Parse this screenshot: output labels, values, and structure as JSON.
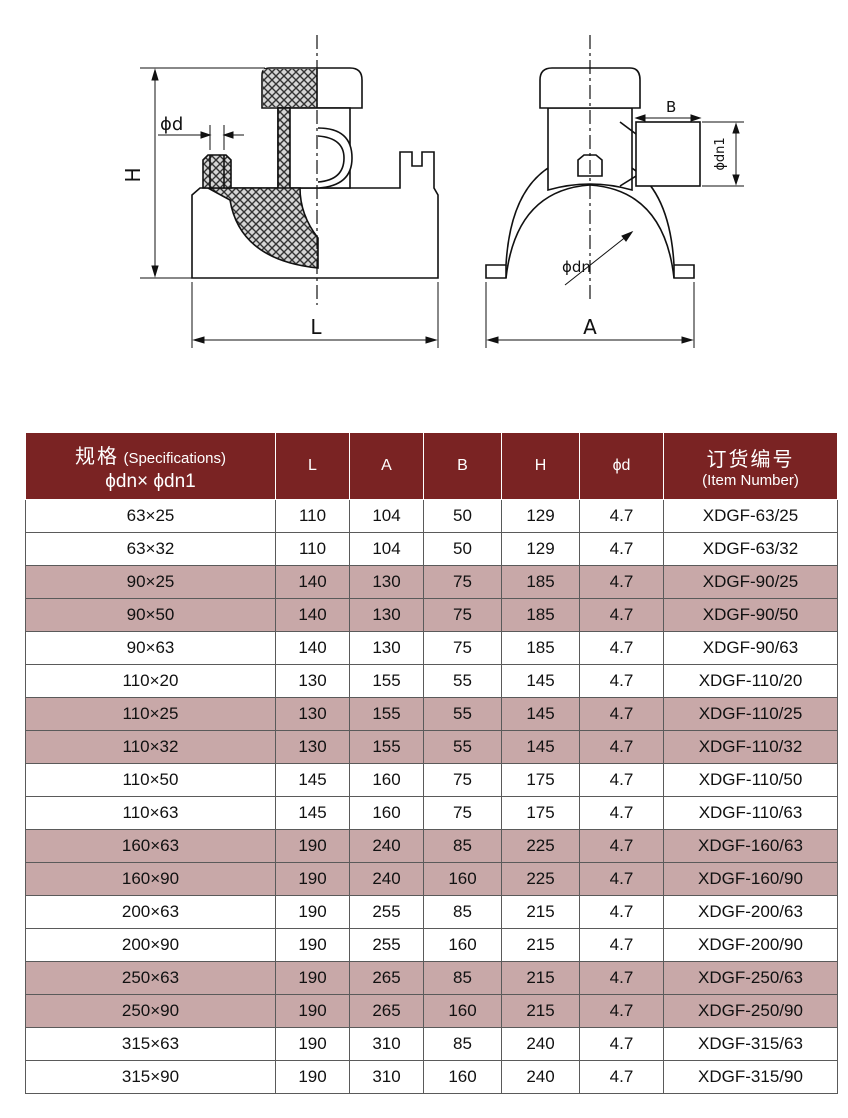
{
  "drawing": {
    "side_view": {
      "dim_H": "H",
      "dim_L": "L",
      "dim_d": "ϕd"
    },
    "front_view": {
      "dim_A": "A",
      "dim_B": "B",
      "dim_dn": "ϕdn",
      "dim_dn1": "ϕdn1"
    }
  },
  "table": {
    "headers": {
      "spec_cn": "规格",
      "spec_en": "(Specifications)",
      "spec_line2": "ϕdn× ϕdn1",
      "L": "L",
      "A": "A",
      "B": "B",
      "H": "H",
      "d": "ϕd",
      "item_cn": "订货编号",
      "item_en": "(Item Number)"
    },
    "rows": [
      {
        "spec": "63×25",
        "L": "110",
        "A": "104",
        "B": "50",
        "H": "129",
        "d": "4.7",
        "item": "XDGF-63/25"
      },
      {
        "spec": "63×32",
        "L": "110",
        "A": "104",
        "B": "50",
        "H": "129",
        "d": "4.7",
        "item": "XDGF-63/32"
      },
      {
        "spec": "90×25",
        "L": "140",
        "A": "130",
        "B": "75",
        "H": "185",
        "d": "4.7",
        "item": "XDGF-90/25"
      },
      {
        "spec": "90×50",
        "L": "140",
        "A": "130",
        "B": "75",
        "H": "185",
        "d": "4.7",
        "item": "XDGF-90/50"
      },
      {
        "spec": "90×63",
        "L": "140",
        "A": "130",
        "B": "75",
        "H": "185",
        "d": "4.7",
        "item": "XDGF-90/63"
      },
      {
        "spec": "110×20",
        "L": "130",
        "A": "155",
        "B": "55",
        "H": "145",
        "d": "4.7",
        "item": "XDGF-110/20"
      },
      {
        "spec": "110×25",
        "L": "130",
        "A": "155",
        "B": "55",
        "H": "145",
        "d": "4.7",
        "item": "XDGF-110/25"
      },
      {
        "spec": "110×32",
        "L": "130",
        "A": "155",
        "B": "55",
        "H": "145",
        "d": "4.7",
        "item": "XDGF-110/32"
      },
      {
        "spec": "110×50",
        "L": "145",
        "A": "160",
        "B": "75",
        "H": "175",
        "d": "4.7",
        "item": "XDGF-110/50"
      },
      {
        "spec": "110×63",
        "L": "145",
        "A": "160",
        "B": "75",
        "H": "175",
        "d": "4.7",
        "item": "XDGF-110/63"
      },
      {
        "spec": "160×63",
        "L": "190",
        "A": "240",
        "B": "85",
        "H": "225",
        "d": "4.7",
        "item": "XDGF-160/63"
      },
      {
        "spec": "160×90",
        "L": "190",
        "A": "240",
        "B": "160",
        "H": "225",
        "d": "4.7",
        "item": "XDGF-160/90"
      },
      {
        "spec": "200×63",
        "L": "190",
        "A": "255",
        "B": "85",
        "H": "215",
        "d": "4.7",
        "item": "XDGF-200/63"
      },
      {
        "spec": "200×90",
        "L": "190",
        "A": "255",
        "B": "160",
        "H": "215",
        "d": "4.7",
        "item": "XDGF-200/90"
      },
      {
        "spec": "250×63",
        "L": "190",
        "A": "265",
        "B": "85",
        "H": "215",
        "d": "4.7",
        "item": "XDGF-250/63"
      },
      {
        "spec": "250×90",
        "L": "190",
        "A": "265",
        "B": "160",
        "H": "215",
        "d": "4.7",
        "item": "XDGF-250/90"
      },
      {
        "spec": "315×63",
        "L": "190",
        "A": "310",
        "B": "85",
        "H": "240",
        "d": "4.7",
        "item": "XDGF-315/63"
      },
      {
        "spec": "315×90",
        "L": "190",
        "A": "310",
        "B": "160",
        "H": "240",
        "d": "4.7",
        "item": "XDGF-315/90"
      }
    ],
    "shaded_rows": [
      2,
      3,
      6,
      7,
      10,
      11,
      14,
      15
    ],
    "colors": {
      "header_bg": "#7a2323",
      "shaded_bg": "#c8a8a8"
    }
  }
}
